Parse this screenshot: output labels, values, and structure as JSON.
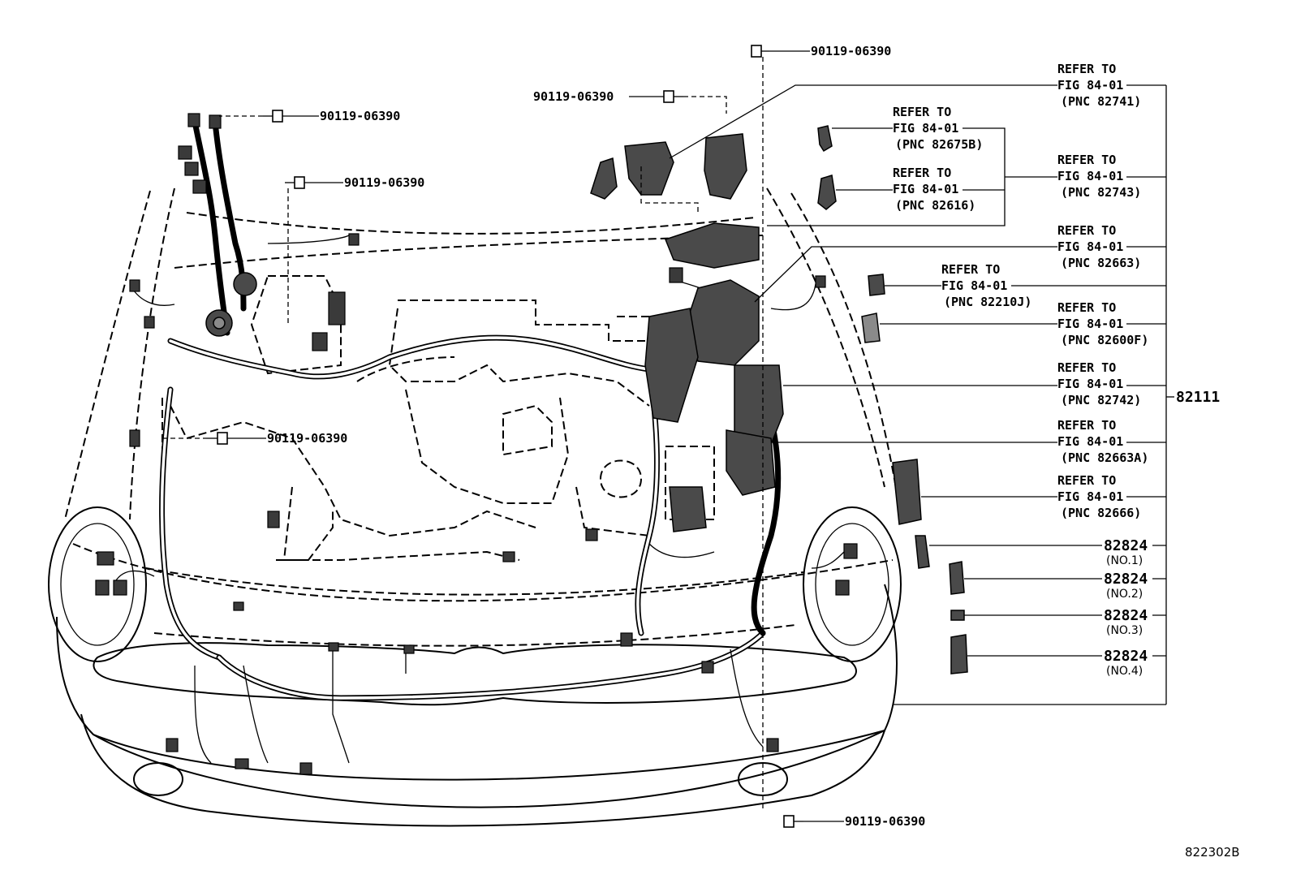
{
  "bolt_part_number": "90119-06390",
  "refer_to": "REFER TO",
  "figure_ref": "FIG 84-01",
  "refs": [
    {
      "pnc": "(PNC 82741)"
    },
    {
      "pnc": "(PNC 82675B)"
    },
    {
      "pnc": "(PNC 82743)"
    },
    {
      "pnc": "(PNC 82616)"
    },
    {
      "pnc": "(PNC 82663)"
    },
    {
      "pnc": "(PNC 82210J)"
    },
    {
      "pnc": "(PNC 82600F)"
    },
    {
      "pnc": "(PNC 82742)"
    },
    {
      "pnc": "(PNC 82663A)"
    },
    {
      "pnc": "(PNC 82666)"
    }
  ],
  "main_harness_part": "82111",
  "clamp_part": "82824",
  "clamps": [
    {
      "label": "(NO.1)"
    },
    {
      "label": "(NO.2)"
    },
    {
      "label": "(NO.3)"
    },
    {
      "label": "(NO.4)"
    }
  ],
  "diagram_code": "822302B"
}
